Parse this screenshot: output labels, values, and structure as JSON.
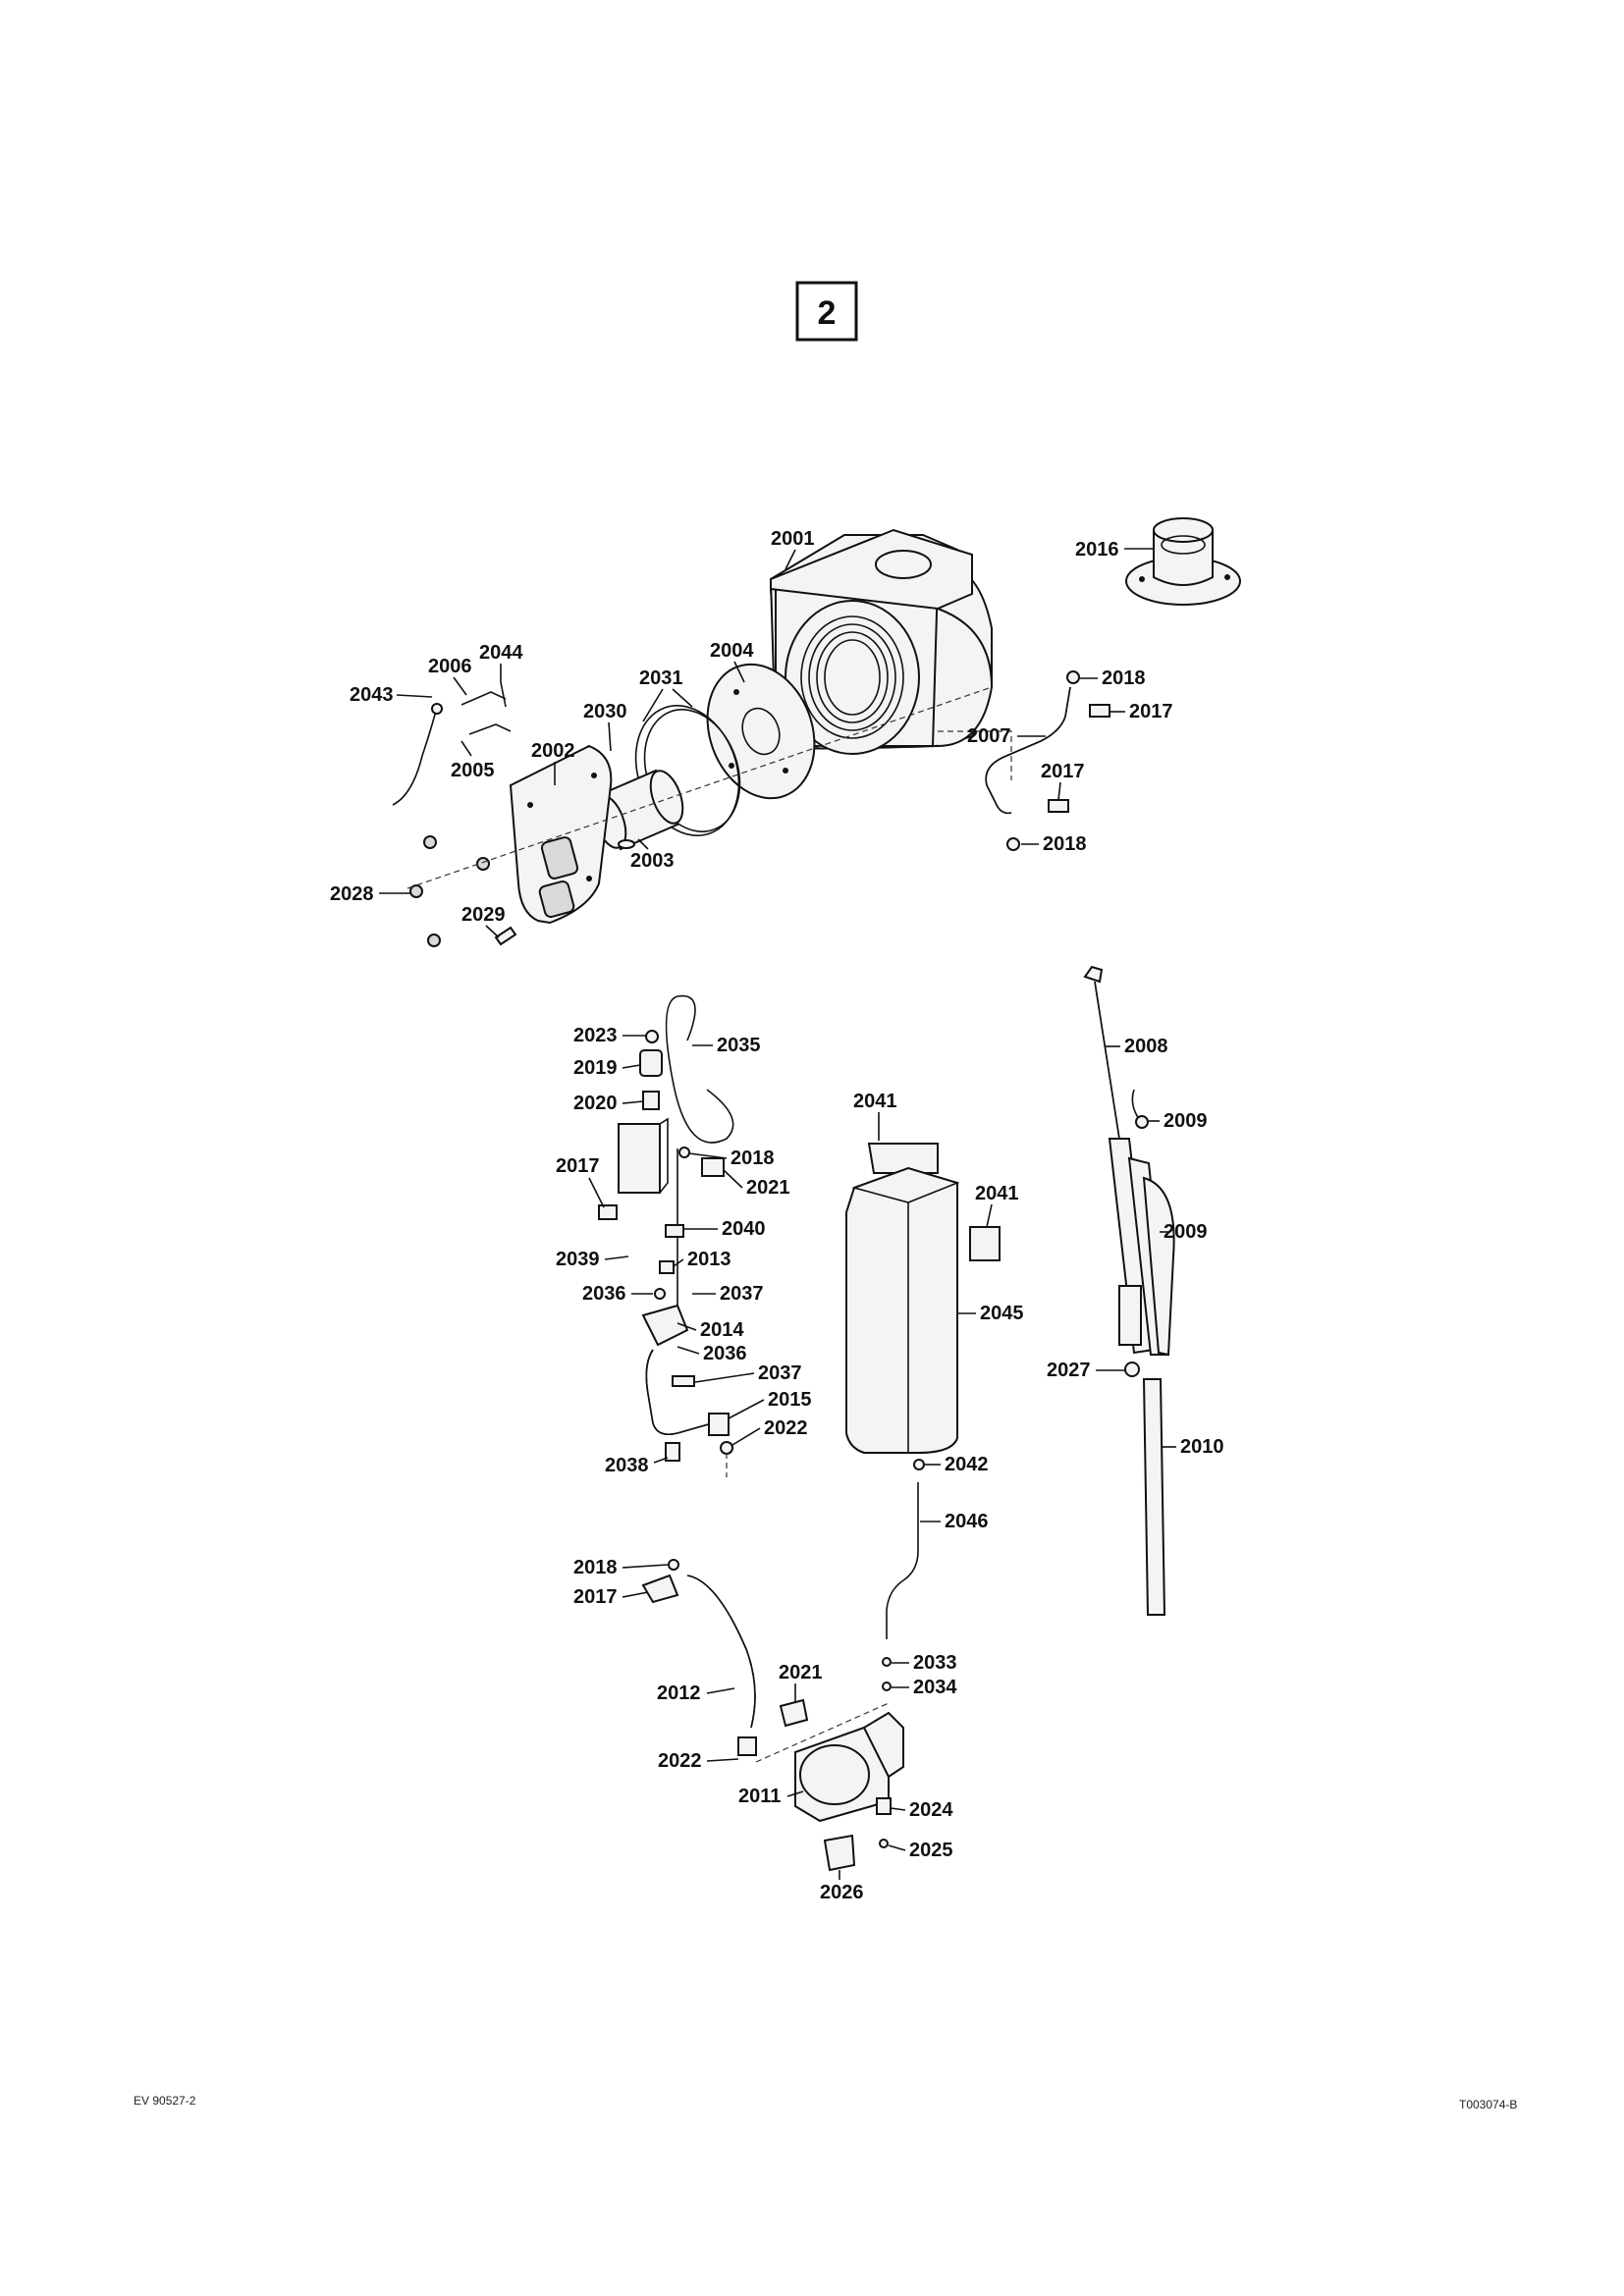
{
  "section_number": "2",
  "footer": {
    "left": "EV 90527-2",
    "right": "T003074-B"
  },
  "parts": {
    "p2001": "2001",
    "p2016": "2016",
    "p2004": "2004",
    "p2044": "2044",
    "p2006": "2006",
    "p2043": "2043",
    "p2031": "2031",
    "p2030": "2030",
    "p2018a": "2018",
    "p2017a": "2017",
    "p2007": "2007",
    "p2005": "2005",
    "p2002": "2002",
    "p2017b": "2017",
    "p2018b": "2018",
    "p2003": "2003",
    "p2028": "2028",
    "p2029": "2029",
    "p2023": "2023",
    "p2035": "2035",
    "p2019": "2019",
    "p2008": "2008",
    "p2020": "2020",
    "p2041a": "2041",
    "p2009a": "2009",
    "p2018c": "2018",
    "p2017c": "2017",
    "p2021a": "2021",
    "p2041b": "2041",
    "p2040": "2040",
    "p2009b": "2009",
    "p2039": "2039",
    "p2013": "2013",
    "p2036a": "2036",
    "p2037a": "2037",
    "p2045": "2045",
    "p2014": "2014",
    "p2036b": "2036",
    "p2027": "2027",
    "p2037b": "2037",
    "p2015": "2015",
    "p2022a": "2022",
    "p2010": "2010",
    "p2038": "2038",
    "p2042": "2042",
    "p2046": "2046",
    "p2018d": "2018",
    "p2017d": "2017",
    "p2033": "2033",
    "p2021b": "2021",
    "p2012": "2012",
    "p2034": "2034",
    "p2022b": "2022",
    "p2011": "2011",
    "p2024": "2024",
    "p2025": "2025",
    "p2026": "2026"
  }
}
